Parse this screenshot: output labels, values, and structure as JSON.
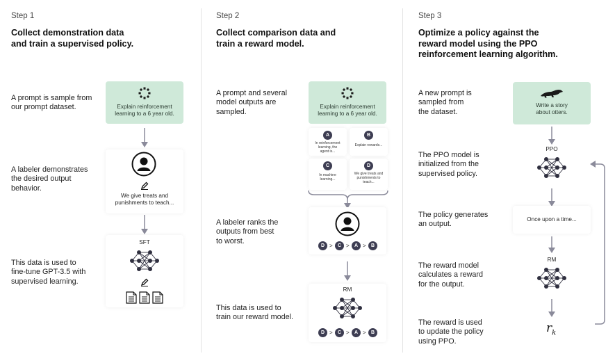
{
  "step1": {
    "label": "Step 1",
    "title_line1": "Collect demonstration data",
    "title_line2": "and train a supervised policy.",
    "desc1": [
      "A prompt is sample from",
      "our prompt dataset."
    ],
    "prompt_box": [
      "Explain reinforcement",
      "learning to a 6 year old."
    ],
    "desc2": [
      "A labeler demonstrates",
      "the desired output",
      "behavior."
    ],
    "demo_text": [
      "We give treats and",
      "punishments to teach..."
    ],
    "desc3": [
      "This data is used to",
      "fine-tune GPT-3.5 with",
      "supervised learning."
    ],
    "model_label": "SFT"
  },
  "step2": {
    "label": "Step 2",
    "title_line1": "Collect comparison data and",
    "title_line2": "train a reward model.",
    "desc1": [
      "A prompt and several",
      "model outputs are",
      "sampled."
    ],
    "prompt_box": [
      "Explain reinforcement",
      "learning to a 6 year old."
    ],
    "outputs": [
      {
        "letter": "A",
        "text": [
          "In reinforcement",
          "learning, the",
          "agent is..."
        ]
      },
      {
        "letter": "B",
        "text": [
          "Explain rewards..."
        ]
      },
      {
        "letter": "C",
        "text": [
          "In machine",
          "learning..."
        ]
      },
      {
        "letter": "D",
        "text": [
          "We give treats and",
          "punishments to",
          "teach..."
        ]
      }
    ],
    "desc2": [
      "A labeler ranks the",
      "outputs from best",
      "to worst."
    ],
    "ranking": [
      "D",
      ">",
      "C",
      ">",
      "A",
      ">",
      "B"
    ],
    "desc3": [
      "This data is used to",
      "train our reward model."
    ],
    "model_label": "RM"
  },
  "step3": {
    "label": "Step 3",
    "title_line1": "Optimize a policy against the",
    "title_line2": "reward model using the PPO",
    "title_line3": "reinforcement learning algorithm.",
    "desc1": [
      "A new prompt is",
      "sampled from",
      "the dataset."
    ],
    "prompt_box": [
      "Write a story",
      "about otters."
    ],
    "desc2": [
      "The PPO model is",
      "initialized from the",
      "supervised policy."
    ],
    "ppo_label": "PPO",
    "desc3": [
      "The policy generates",
      "an output."
    ],
    "output_text": "Once upon a time...",
    "desc4": [
      "The reward model",
      "calculates a reward",
      "for the output."
    ],
    "rm_label": "RM",
    "desc5": [
      "The reward is used",
      "to update the policy",
      "using PPO."
    ],
    "reward_symbol": "r",
    "reward_subscript": "k"
  },
  "icons": {
    "refresh": "refresh-icon",
    "person": "person-icon",
    "pencil": "pencil-icon",
    "document": "document-icon",
    "network": "neural-network-icon",
    "otter": "otter-icon"
  },
  "colors": {
    "green_box": "#cfe9d9",
    "node": "#2f2f3f",
    "arrow": "#8a8a9a",
    "rank_circle": "#3d3d52"
  }
}
